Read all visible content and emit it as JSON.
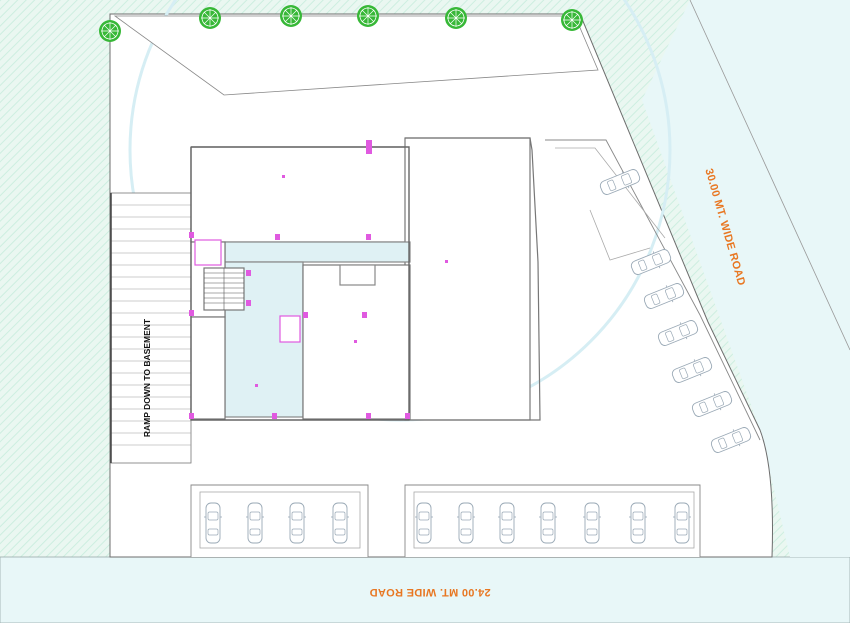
{
  "plan": {
    "road_south_label": "24.00 MT. WIDE ROAD",
    "road_east_label": "30.00 MT. WIDE ROAD",
    "ramp_label": "RAMP DOWN TO BASEMENT"
  },
  "colors": {
    "landscape_fill": "#e6f6ef",
    "road_fill": "#e8f7f8",
    "lobby_fill": "#dff1f4",
    "wall": "#7c7c7c",
    "column": "#e05ae0",
    "road_text": "#e87722",
    "tree": "#2bb52b"
  },
  "icons": {
    "tree": "tree-icon",
    "car": "car-icon"
  }
}
